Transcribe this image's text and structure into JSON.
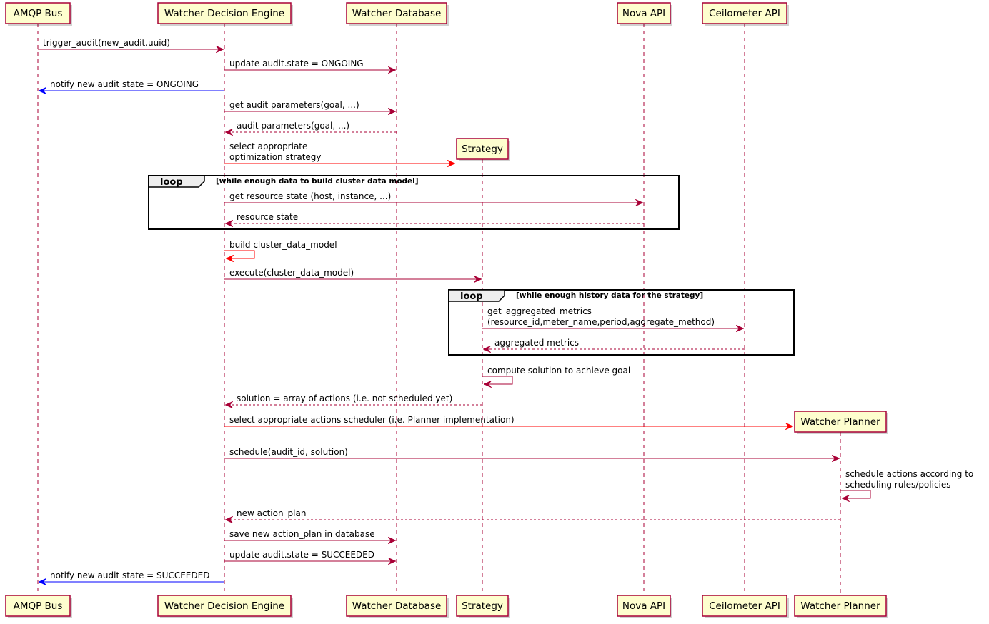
{
  "participants": [
    {
      "id": "amqp",
      "label": "AMQP Bus"
    },
    {
      "id": "engine",
      "label": "Watcher Decision Engine"
    },
    {
      "id": "db",
      "label": "Watcher Database"
    },
    {
      "id": "strategy",
      "label": "Strategy"
    },
    {
      "id": "nova",
      "label": "Nova API"
    },
    {
      "id": "ceilometer",
      "label": "Ceilometer API"
    },
    {
      "id": "planner",
      "label": "Watcher Planner"
    }
  ],
  "messages": [
    {
      "from": "amqp",
      "to": "engine",
      "lines": [
        "trigger_audit(new_audit.uuid)"
      ],
      "style": "solid",
      "color": "#A80036"
    },
    {
      "from": "engine",
      "to": "db",
      "lines": [
        "update audit.state = ONGOING"
      ],
      "style": "solid",
      "color": "#A80036"
    },
    {
      "from": "engine",
      "to": "amqp",
      "lines": [
        "notify new audit state = ONGOING"
      ],
      "style": "solid",
      "color": "#0000FF"
    },
    {
      "from": "engine",
      "to": "db",
      "lines": [
        "get audit parameters(goal, ...)"
      ],
      "style": "solid",
      "color": "#A80036"
    },
    {
      "from": "db",
      "to": "engine",
      "lines": [
        "audit parameters(goal, ...)"
      ],
      "style": "dashed",
      "color": "#A80036"
    },
    {
      "from": "engine",
      "to": "strategy",
      "lines": [
        "select appropriate",
        "optimization strategy"
      ],
      "style": "solid",
      "color": "#FF0000",
      "create": true
    },
    {
      "from": "engine",
      "to": "nova",
      "lines": [
        "get resource state (host, instance, ...)"
      ],
      "style": "solid",
      "color": "#A80036"
    },
    {
      "from": "nova",
      "to": "engine",
      "lines": [
        "resource state"
      ],
      "style": "dashed",
      "color": "#A80036"
    },
    {
      "from": "engine",
      "to": "engine",
      "lines": [
        "build cluster_data_model"
      ],
      "style": "solid",
      "color": "#FF0000",
      "self": true
    },
    {
      "from": "engine",
      "to": "strategy",
      "lines": [
        "execute(cluster_data_model)"
      ],
      "style": "solid",
      "color": "#A80036"
    },
    {
      "from": "strategy",
      "to": "ceilometer",
      "lines": [
        "get_aggregated_metrics",
        "(resource_id,meter_name,period,aggregate_method)"
      ],
      "style": "solid",
      "color": "#A80036"
    },
    {
      "from": "ceilometer",
      "to": "strategy",
      "lines": [
        "aggregated metrics"
      ],
      "style": "dashed",
      "color": "#A80036"
    },
    {
      "from": "strategy",
      "to": "strategy",
      "lines": [
        "compute solution to achieve goal"
      ],
      "style": "solid",
      "color": "#A80036",
      "self": true
    },
    {
      "from": "strategy",
      "to": "engine",
      "lines": [
        "solution = array of actions (i.e. not scheduled yet)"
      ],
      "style": "dashed",
      "color": "#A80036"
    },
    {
      "from": "engine",
      "to": "planner",
      "lines": [
        "select appropriate actions scheduler (i.e. Planner implementation)"
      ],
      "style": "solid",
      "color": "#FF0000",
      "create": true
    },
    {
      "from": "engine",
      "to": "planner",
      "lines": [
        "schedule(audit_id, solution)"
      ],
      "style": "solid",
      "color": "#A80036"
    },
    {
      "from": "planner",
      "to": "planner",
      "lines": [
        "schedule actions according to",
        "scheduling rules/policies"
      ],
      "style": "solid",
      "color": "#A80036",
      "self": true
    },
    {
      "from": "planner",
      "to": "engine",
      "lines": [
        "new action_plan"
      ],
      "style": "dashed",
      "color": "#A80036"
    },
    {
      "from": "engine",
      "to": "db",
      "lines": [
        "save new action_plan in database"
      ],
      "style": "solid",
      "color": "#A80036"
    },
    {
      "from": "engine",
      "to": "db",
      "lines": [
        "update audit.state = SUCCEEDED"
      ],
      "style": "solid",
      "color": "#A80036"
    },
    {
      "from": "engine",
      "to": "amqp",
      "lines": [
        "notify new audit state = SUCCEEDED"
      ],
      "style": "solid",
      "color": "#0000FF"
    }
  ],
  "loops": [
    {
      "label": "loop",
      "condition": "[while enough data to build cluster data model]"
    },
    {
      "label": "loop",
      "condition": "[while enough history data for the strategy]"
    }
  ]
}
